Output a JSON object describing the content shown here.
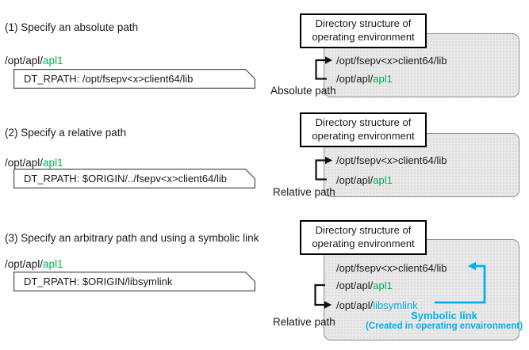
{
  "colors": {
    "green": "#00B050",
    "cyan": "#00B0F0",
    "panel_fill": "#e9e9e9",
    "panel_border": "#8f8f8f"
  },
  "sections": [
    {
      "heading": "(1) Specify an absolute path",
      "app_path": {
        "prefix": "/opt/apl/",
        "name": "apl1"
      },
      "rpath": "DT_RPATH: /opt/fsepv<x>client64/lib",
      "env_title": "Directory structure of operating environment",
      "panel": {
        "lib_dir": "/opt/fsepv<x>client64/lib",
        "app": {
          "prefix": "/opt/apl/",
          "name": "apl1"
        },
        "path_type_label": "Absolute path"
      }
    },
    {
      "heading": "(2) Specify a relative path",
      "app_path": {
        "prefix": "/opt/apl/",
        "name": "apl1"
      },
      "rpath": "DT_RPATH: $ORIGIN/../fsepv<x>client64/lib",
      "env_title": "Directory structure of operating environment",
      "panel": {
        "lib_dir": "/opt/fsepv<x>client64/lib",
        "app": {
          "prefix": "/opt/apl/",
          "name": "apl1"
        },
        "path_type_label": "Relative path"
      }
    },
    {
      "heading": "(3) Specify an arbitrary path and using a symbolic link",
      "app_path": {
        "prefix": "/opt/apl/",
        "name": "apl1"
      },
      "rpath": "DT_RPATH: $ORIGIN/libsymlink",
      "env_title": "Directory structure of operating environment",
      "panel": {
        "lib_dir": "/opt/fsepv<x>client64/lib",
        "app": {
          "prefix": "/opt/apl/",
          "name": "apl1"
        },
        "symlink": {
          "prefix": "/opt/apl/",
          "name": "libsymlink"
        },
        "path_type_label": "Relative path",
        "symlink_note_line1": "Symbolic link",
        "symlink_note_line2": "(Created in operating envaironment)"
      }
    }
  ]
}
